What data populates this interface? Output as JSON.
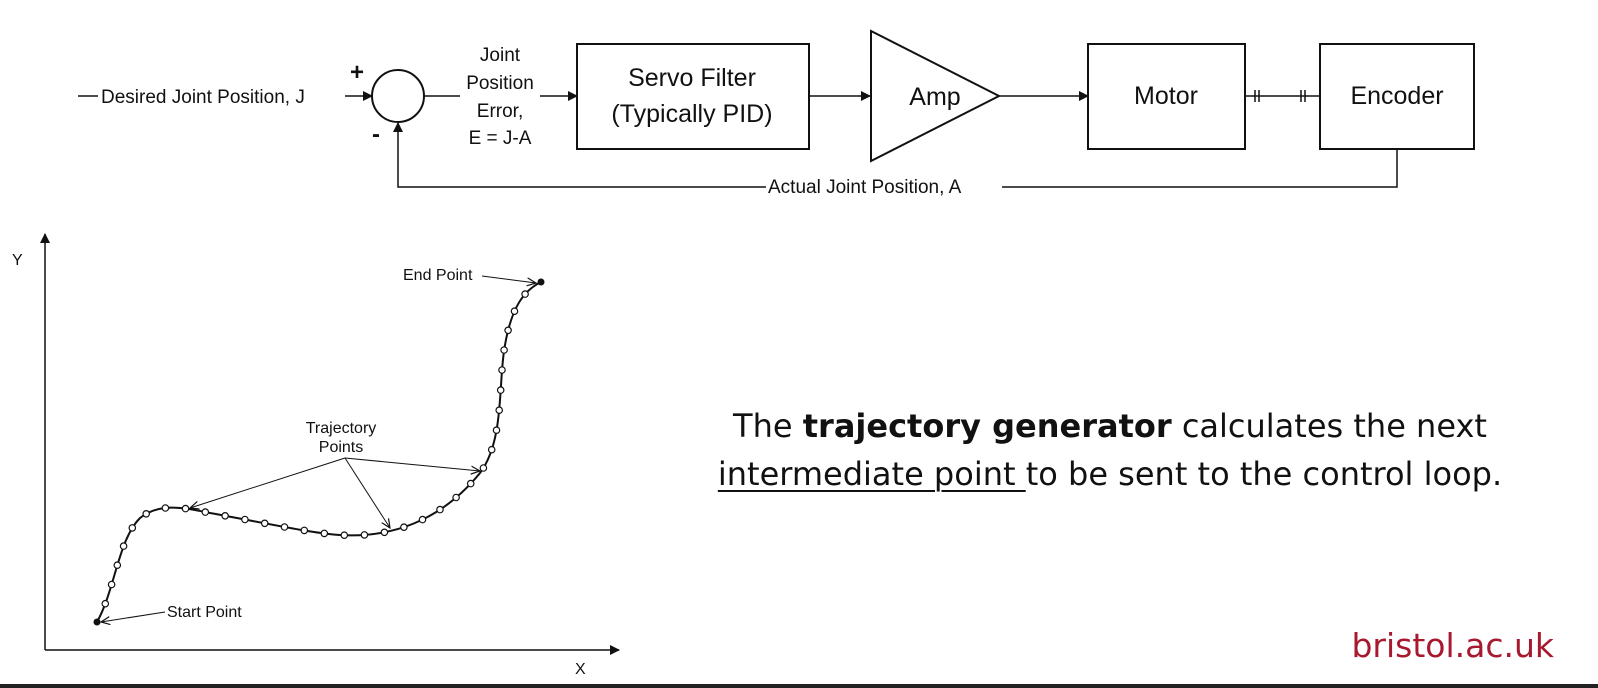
{
  "control_loop": {
    "input_label": "Desired Joint Position,  J",
    "plus_sign": "+",
    "minus_sign": "-",
    "error_line1": "Joint",
    "error_line2": "Position",
    "error_line3": "Error,",
    "error_line4": "E = J-A",
    "servo_line1": "Servo Filter",
    "servo_line2": "(Typically PID)",
    "amp_label": "Amp",
    "motor_label": "Motor",
    "encoder_label": "Encoder",
    "feedback_label": "Actual Joint Position,  A"
  },
  "trajectory_plot": {
    "y_axis_label": "Y",
    "x_axis_label": "X",
    "end_point_label": "End Point",
    "start_point_label": "Start Point",
    "trajectory_label_line1": "Trajectory",
    "trajectory_label_line2": "Points"
  },
  "caption": {
    "part1": "The ",
    "bold": "trajectory generator",
    "part2": " calculates the next",
    "underlined": "intermediate point ",
    "part3": "to be sent to the control loop."
  },
  "branding": {
    "site": "bristol.ac.uk",
    "color": "#a6192e"
  }
}
